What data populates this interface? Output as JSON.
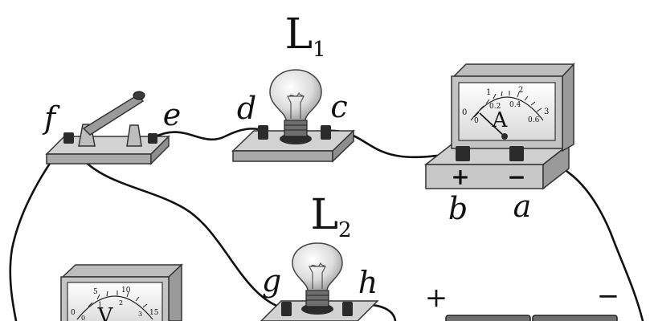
{
  "lamps": [
    {
      "name": "L",
      "sub": "1"
    },
    {
      "name": "L",
      "sub": "2"
    }
  ],
  "terminals": {
    "a": "a",
    "b": "b",
    "c": "c",
    "d": "d",
    "e": "e",
    "f": "f",
    "g": "g",
    "h": "h"
  },
  "ammeter": {
    "symbol": "A",
    "scale_upper": [
      "0",
      "1",
      "2",
      "3"
    ],
    "scale_lower": [
      "0",
      "0.2",
      "0.4",
      "0.6"
    ],
    "plus": "+",
    "minus": "−"
  },
  "voltmeter": {
    "symbol": "V",
    "scale_upper": [
      "0",
      "5",
      "10",
      "15"
    ],
    "scale_lower": [
      "0",
      "1",
      "2",
      "3"
    ]
  },
  "battery": {
    "plus": "+",
    "minus": "−"
  },
  "colors": {
    "wire": "#111111",
    "metal_light": "#d6d6d6",
    "metal_dark": "#7a7a7a",
    "base_top": "#cfcfcf",
    "base_side": "#a8a8a8",
    "terminal": "#2b2b2b",
    "bulb_glass": "#e8e8e8"
  }
}
